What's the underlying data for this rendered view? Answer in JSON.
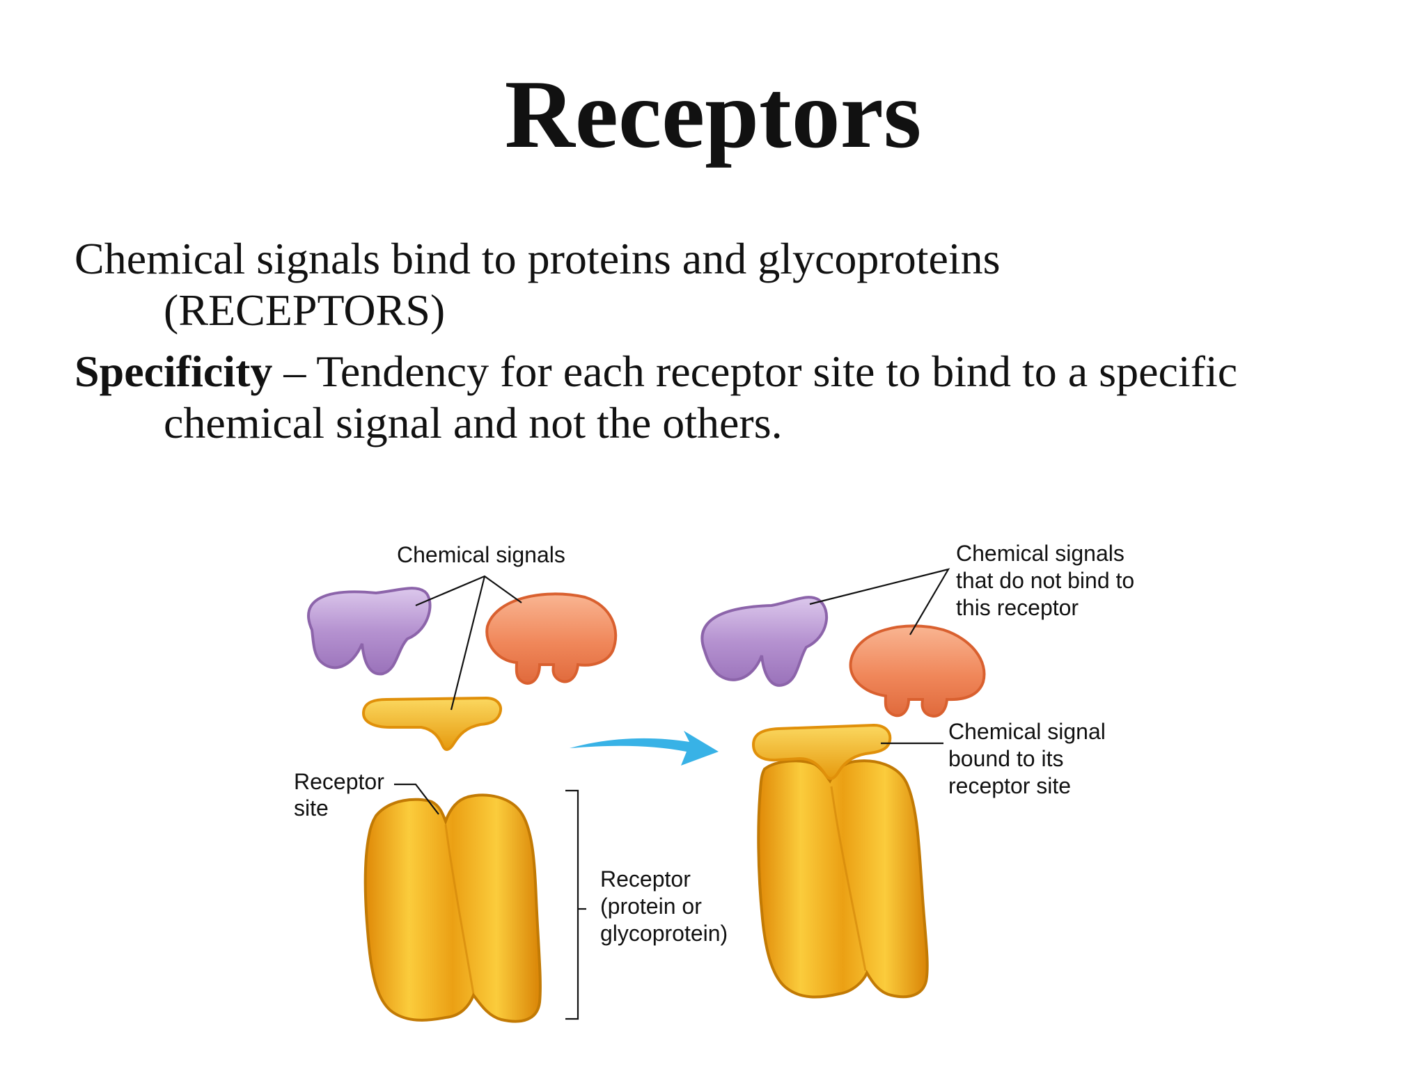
{
  "slide": {
    "title": "Receptors",
    "point1": {
      "line1": "Chemical signals bind to proteins and glycoproteins",
      "line2": "(RECEPTORS)"
    },
    "point2": {
      "term": "Specificity",
      "line1_rest": " – Tendency for each receptor site to bind to a specific",
      "line2": "chemical signal and not the others."
    }
  },
  "diagram": {
    "labels": {
      "chemical_signals": "Chemical signals",
      "receptor_site_1": "Receptor",
      "receptor_site_2": "site",
      "receptor_1": "Receptor",
      "receptor_2": "(protein or",
      "receptor_3": "glycoprotein)",
      "nonbinding_1": "Chemical signals",
      "nonbinding_2": "that do not bind to",
      "nonbinding_3": "this receptor",
      "bound_1": "Chemical signal",
      "bound_2": "bound to its",
      "bound_3": "receptor site"
    },
    "colors": {
      "purple_signal": "#b592d0",
      "orange_signal": "#f0875a",
      "yellow_signal": "#f2b51c",
      "receptor": "#f2a818",
      "arrow": "#38b2e6"
    }
  }
}
